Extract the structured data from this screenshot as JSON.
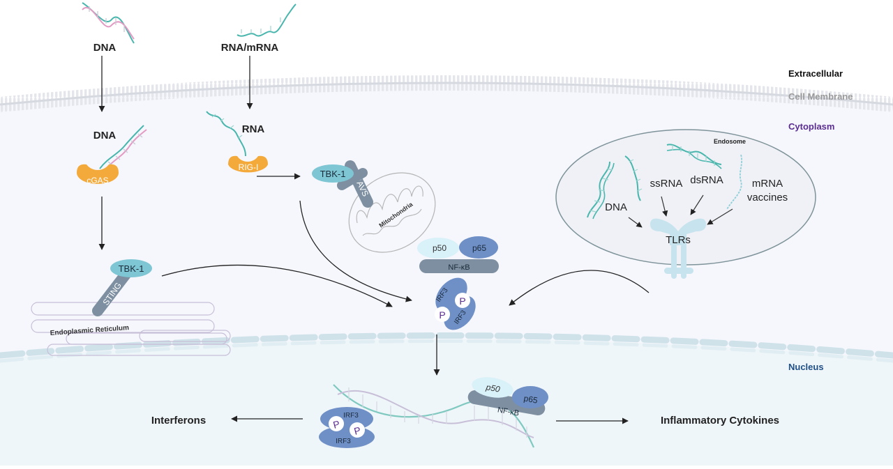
{
  "regions": {
    "extracellular": "Extracellular",
    "cell_membrane": "Cell Membrane",
    "cytoplasm": "Cytoplasm",
    "nucleus": "Nucleus"
  },
  "organelles": {
    "endosome": "Endosome",
    "mitochondria": "Mitochondria",
    "endoplasmic_reticulum": "Endoplasmic Reticulum"
  },
  "inputs": {
    "dna_outside": "DNA",
    "rna_outside": "RNA/mRNA",
    "dna_inside": "DNA",
    "rna_inside": "RNA"
  },
  "sensors": {
    "cgas": "cGAS",
    "rig_i": "RIG-I",
    "tlrs": "TLRs",
    "sting": "STING",
    "mavs": "MAVS",
    "tbk1_sting": "TBK-1",
    "tbk1_mavs": "TBK-1"
  },
  "endosome_ligands": {
    "dna": "DNA",
    "ssrna": "ssRNA",
    "dsrna": "dsRNA",
    "mrna_line1": "mRNA",
    "mrna_line2": "vaccines"
  },
  "transcription_factors": {
    "p50": "p50",
    "p65": "p65",
    "nfkb": "NF-κB",
    "irf3": "IRF3",
    "phospho": "P"
  },
  "outputs": {
    "interferons": "Interferons",
    "inflammatory": "Inflammatory Cytokines"
  },
  "colors": {
    "orange": "#f4a93b",
    "tbk1": "#7ec6d4",
    "slate": "#7d8fa0",
    "blue": "#6f8fc7",
    "pale": "#d9f1f8",
    "tlr": "#c6e3ee",
    "cytoplasm_label": "#5a2d91",
    "nucleus_label": "#1f4f87"
  }
}
